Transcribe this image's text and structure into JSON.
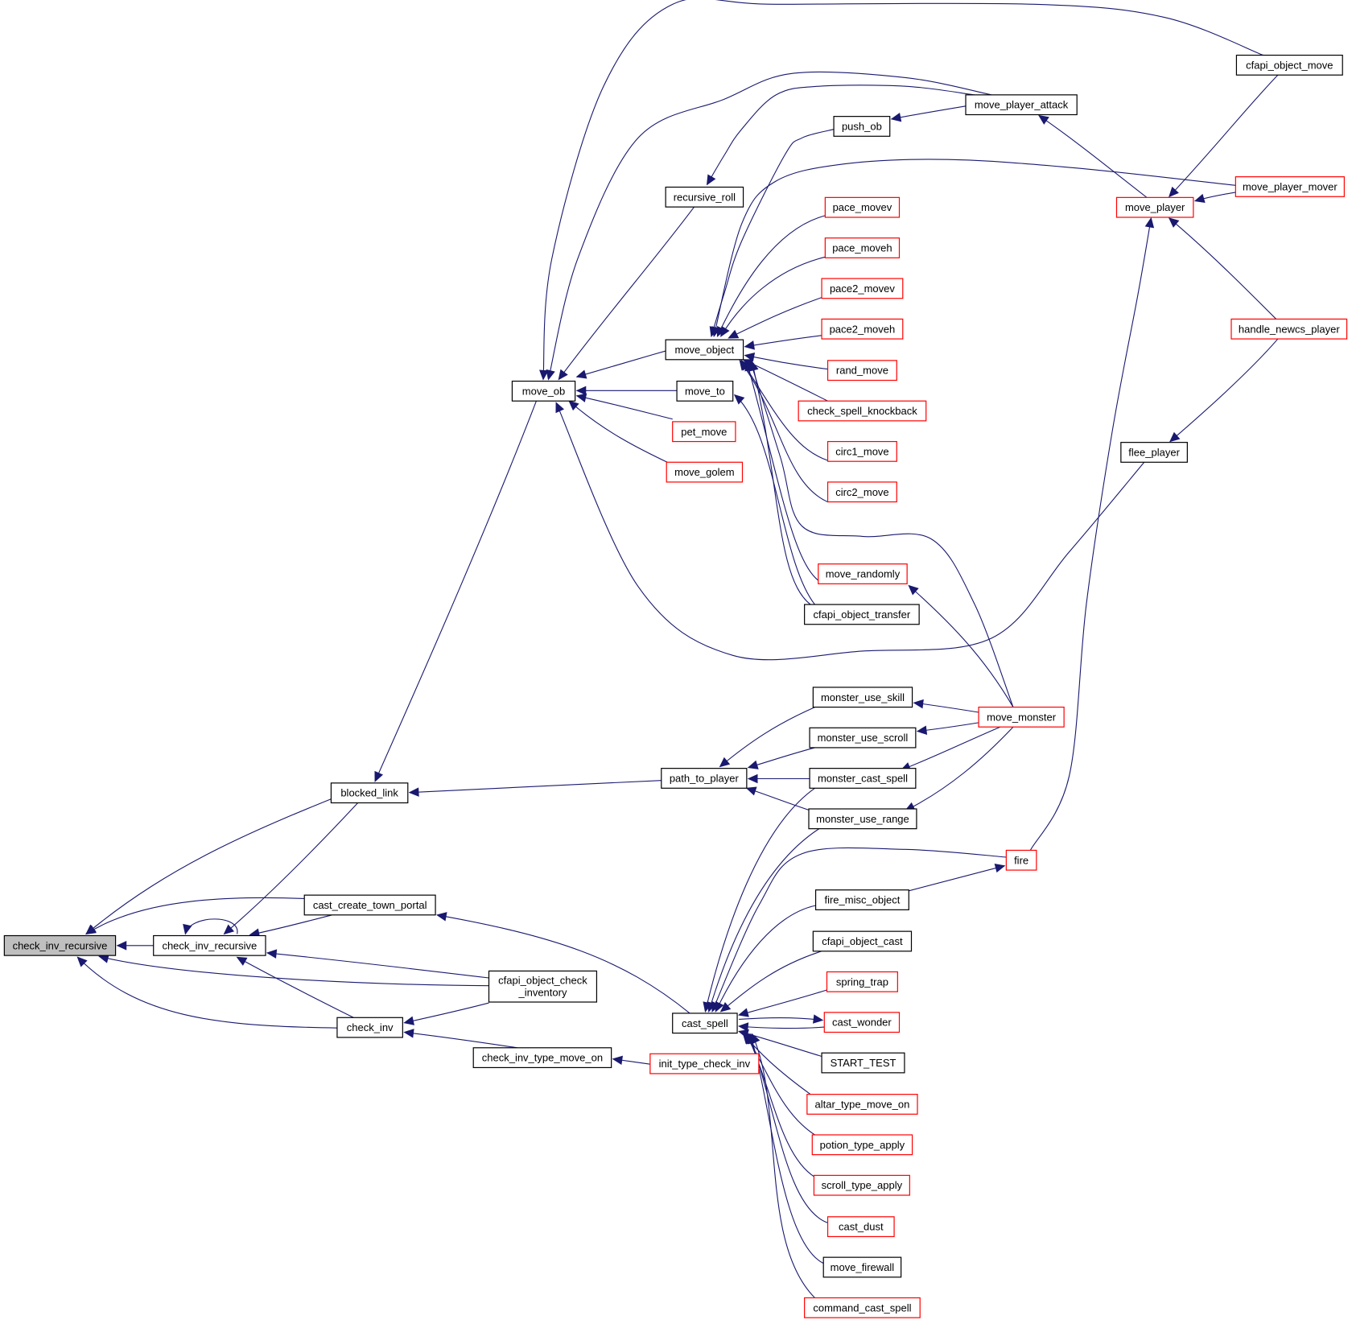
{
  "graph": {
    "title": "check_inv_recursive caller graph",
    "colors": {
      "edge": "#191970",
      "node_border_documented": "#000000",
      "node_border_truncated": "#ff0000",
      "root_fill": "#bfbfbf"
    },
    "nodes": [
      {
        "id": "root",
        "label": "check_inv_recursive",
        "style": "root"
      },
      {
        "id": "check_inv_recursive",
        "label": "check_inv_recursive",
        "style": "black"
      },
      {
        "id": "blocked_link",
        "label": "blocked_link",
        "style": "black"
      },
      {
        "id": "cast_create_town_portal",
        "label": "cast_create_town_portal",
        "style": "black"
      },
      {
        "id": "cfapi_object_check_inventory",
        "label": "cfapi_object_check\n_inventory",
        "style": "black"
      },
      {
        "id": "check_inv",
        "label": "check_inv",
        "style": "black"
      },
      {
        "id": "check_inv_type_move_on",
        "label": "check_inv_type_move_on",
        "style": "black"
      },
      {
        "id": "init_type_check_inv",
        "label": "init_type_check_inv",
        "style": "red"
      },
      {
        "id": "move_ob",
        "label": "move_ob",
        "style": "black"
      },
      {
        "id": "path_to_player",
        "label": "path_to_player",
        "style": "black"
      },
      {
        "id": "cast_spell",
        "label": "cast_spell",
        "style": "black"
      },
      {
        "id": "recursive_roll",
        "label": "recursive_roll",
        "style": "black"
      },
      {
        "id": "move_object",
        "label": "move_object",
        "style": "black"
      },
      {
        "id": "move_to",
        "label": "move_to",
        "style": "black"
      },
      {
        "id": "pet_move",
        "label": "pet_move",
        "style": "red"
      },
      {
        "id": "move_golem",
        "label": "move_golem",
        "style": "red"
      },
      {
        "id": "push_ob",
        "label": "push_ob",
        "style": "black"
      },
      {
        "id": "move_player_attack",
        "label": "move_player_attack",
        "style": "black"
      },
      {
        "id": "cfapi_object_move",
        "label": "cfapi_object_move",
        "style": "black"
      },
      {
        "id": "move_player",
        "label": "move_player",
        "style": "red"
      },
      {
        "id": "move_player_mover",
        "label": "move_player_mover",
        "style": "red"
      },
      {
        "id": "handle_newcs_player",
        "label": "handle_newcs_player",
        "style": "red"
      },
      {
        "id": "flee_player",
        "label": "flee_player",
        "style": "black"
      },
      {
        "id": "pace_movev",
        "label": "pace_movev",
        "style": "red"
      },
      {
        "id": "pace_moveh",
        "label": "pace_moveh",
        "style": "red"
      },
      {
        "id": "pace2_movev",
        "label": "pace2_movev",
        "style": "red"
      },
      {
        "id": "pace2_moveh",
        "label": "pace2_moveh",
        "style": "red"
      },
      {
        "id": "rand_move",
        "label": "rand_move",
        "style": "red"
      },
      {
        "id": "check_spell_knockback",
        "label": "check_spell_knockback",
        "style": "red"
      },
      {
        "id": "circ1_move",
        "label": "circ1_move",
        "style": "red"
      },
      {
        "id": "circ2_move",
        "label": "circ2_move",
        "style": "red"
      },
      {
        "id": "move_randomly",
        "label": "move_randomly",
        "style": "red"
      },
      {
        "id": "cfapi_object_transfer",
        "label": "cfapi_object_transfer",
        "style": "black"
      },
      {
        "id": "monster_use_skill",
        "label": "monster_use_skill",
        "style": "black"
      },
      {
        "id": "monster_use_scroll",
        "label": "monster_use_scroll",
        "style": "black"
      },
      {
        "id": "monster_cast_spell",
        "label": "monster_cast_spell",
        "style": "black"
      },
      {
        "id": "monster_use_range",
        "label": "monster_use_range",
        "style": "black"
      },
      {
        "id": "move_monster",
        "label": "move_monster",
        "style": "red"
      },
      {
        "id": "fire",
        "label": "fire",
        "style": "red"
      },
      {
        "id": "fire_misc_object",
        "label": "fire_misc_object",
        "style": "black"
      },
      {
        "id": "cfapi_object_cast",
        "label": "cfapi_object_cast",
        "style": "black"
      },
      {
        "id": "spring_trap",
        "label": "spring_trap",
        "style": "red"
      },
      {
        "id": "cast_wonder",
        "label": "cast_wonder",
        "style": "red"
      },
      {
        "id": "START_TEST",
        "label": "START_TEST",
        "style": "black"
      },
      {
        "id": "altar_type_move_on",
        "label": "altar_type_move_on",
        "style": "red"
      },
      {
        "id": "potion_type_apply",
        "label": "potion_type_apply",
        "style": "red"
      },
      {
        "id": "scroll_type_apply",
        "label": "scroll_type_apply",
        "style": "red"
      },
      {
        "id": "cast_dust",
        "label": "cast_dust",
        "style": "red"
      },
      {
        "id": "move_firewall",
        "label": "move_firewall",
        "style": "black"
      },
      {
        "id": "command_cast_spell",
        "label": "command_cast_spell",
        "style": "red"
      }
    ],
    "edges": [
      [
        "check_inv_recursive",
        "root"
      ],
      [
        "blocked_link",
        "root"
      ],
      [
        "cast_create_town_portal",
        "root"
      ],
      [
        "cfapi_object_check_inventory",
        "root"
      ],
      [
        "check_inv",
        "root"
      ],
      [
        "check_inv_recursive",
        "check_inv_recursive"
      ],
      [
        "blocked_link",
        "check_inv_recursive"
      ],
      [
        "cast_create_town_portal",
        "check_inv_recursive"
      ],
      [
        "cfapi_object_check_inventory",
        "check_inv_recursive"
      ],
      [
        "check_inv",
        "check_inv_recursive"
      ],
      [
        "move_ob",
        "blocked_link"
      ],
      [
        "path_to_player",
        "blocked_link"
      ],
      [
        "cast_spell",
        "cast_create_town_portal"
      ],
      [
        "cfapi_object_check_inventory",
        "check_inv"
      ],
      [
        "check_inv_type_move_on",
        "check_inv"
      ],
      [
        "init_type_check_inv",
        "check_inv_type_move_on"
      ],
      [
        "recursive_roll",
        "move_ob"
      ],
      [
        "move_object",
        "move_ob"
      ],
      [
        "move_to",
        "move_ob"
      ],
      [
        "pet_move",
        "move_ob"
      ],
      [
        "move_golem",
        "move_ob"
      ],
      [
        "cfapi_object_move",
        "move_ob"
      ],
      [
        "move_player_attack",
        "move_ob"
      ],
      [
        "flee_player",
        "move_ob"
      ],
      [
        "move_player_attack",
        "recursive_roll"
      ],
      [
        "push_ob",
        "move_object"
      ],
      [
        "move_player_mover",
        "move_object"
      ],
      [
        "pace_movev",
        "move_object"
      ],
      [
        "pace_moveh",
        "move_object"
      ],
      [
        "pace2_movev",
        "move_object"
      ],
      [
        "pace2_moveh",
        "move_object"
      ],
      [
        "rand_move",
        "move_object"
      ],
      [
        "check_spell_knockback",
        "move_object"
      ],
      [
        "circ1_move",
        "move_object"
      ],
      [
        "circ2_move",
        "move_object"
      ],
      [
        "move_monster",
        "move_object"
      ],
      [
        "move_randomly",
        "move_object"
      ],
      [
        "cfapi_object_transfer",
        "move_object"
      ],
      [
        "cfapi_object_transfer",
        "move_to"
      ],
      [
        "move_player_attack",
        "push_ob"
      ],
      [
        "move_player",
        "move_player_attack"
      ],
      [
        "cfapi_object_move",
        "move_player"
      ],
      [
        "move_player_mover",
        "move_player"
      ],
      [
        "handle_newcs_player",
        "move_player"
      ],
      [
        "fire",
        "move_player"
      ],
      [
        "handle_newcs_player",
        "flee_player"
      ],
      [
        "move_monster",
        "move_randomly"
      ],
      [
        "monster_use_skill",
        "path_to_player"
      ],
      [
        "monster_use_scroll",
        "path_to_player"
      ],
      [
        "monster_cast_spell",
        "path_to_player"
      ],
      [
        "monster_use_range",
        "path_to_player"
      ],
      [
        "move_monster",
        "monster_use_skill"
      ],
      [
        "move_monster",
        "monster_use_scroll"
      ],
      [
        "move_monster",
        "monster_cast_spell"
      ],
      [
        "move_monster",
        "monster_use_range"
      ],
      [
        "fire_misc_object",
        "fire"
      ],
      [
        "monster_cast_spell",
        "cast_spell"
      ],
      [
        "monster_use_range",
        "cast_spell"
      ],
      [
        "fire",
        "cast_spell"
      ],
      [
        "fire_misc_object",
        "cast_spell"
      ],
      [
        "cfapi_object_cast",
        "cast_spell"
      ],
      [
        "spring_trap",
        "cast_spell"
      ],
      [
        "cast_wonder",
        "cast_spell"
      ],
      [
        "cast_spell",
        "cast_wonder"
      ],
      [
        "START_TEST",
        "cast_spell"
      ],
      [
        "altar_type_move_on",
        "cast_spell"
      ],
      [
        "potion_type_apply",
        "cast_spell"
      ],
      [
        "scroll_type_apply",
        "cast_spell"
      ],
      [
        "cast_dust",
        "cast_spell"
      ],
      [
        "move_firewall",
        "cast_spell"
      ],
      [
        "command_cast_spell",
        "cast_spell"
      ]
    ]
  }
}
